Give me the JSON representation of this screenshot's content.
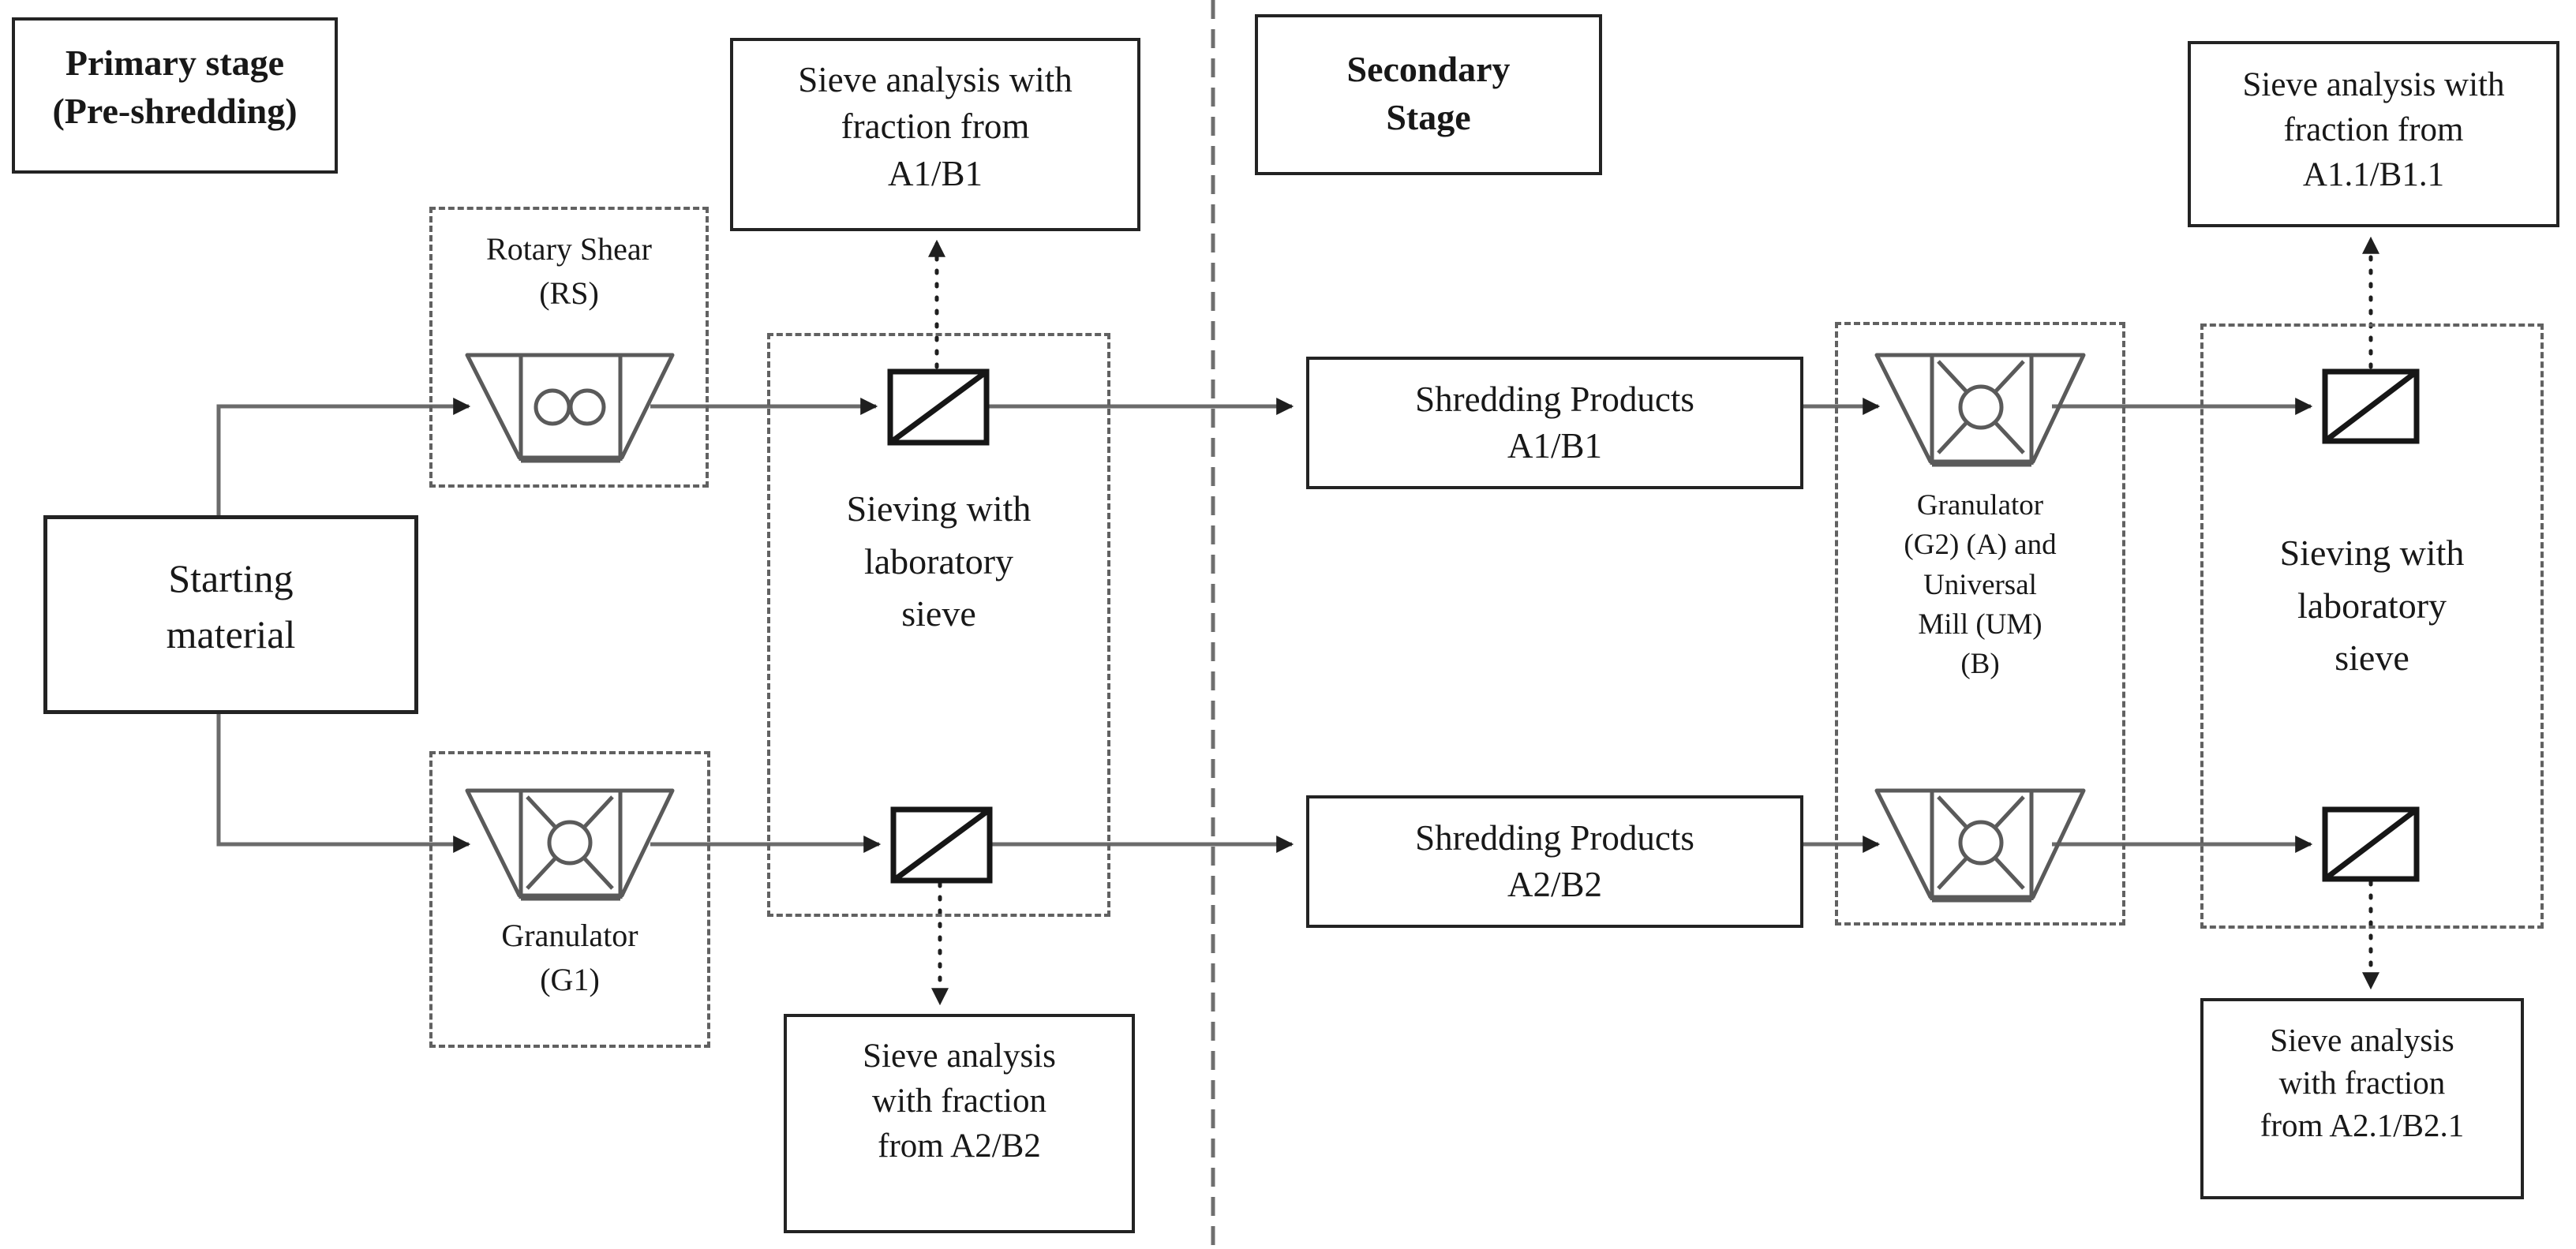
{
  "labels": {
    "primary_stage": "Primary stage\n(Pre-shredding)",
    "secondary_stage": "Secondary\nStage",
    "starting_material": "Starting\nmaterial",
    "rotary_shear": "Rotary Shear\n(RS)",
    "granulator_g1": "Granulator\n(G1)",
    "sieving_lab_left": "Sieving with\nlaboratory\nsieve",
    "sieving_lab_right": "Sieving with\nlaboratory\nsieve",
    "granulator_g2": "Granulator\n(G2) (A) and\nUniversal\nMill (UM)\n(B)",
    "shredding_products_a1b1": "Shredding Products\nA1/B1",
    "shredding_products_a2b2": "Shredding Products\nA2/B2",
    "sieve_analysis_a1b1": "Sieve analysis with\nfraction from\nA1/B1",
    "sieve_analysis_a2b2": "Sieve analysis\nwith fraction\nfrom A2/B2",
    "sieve_analysis_a11b11": "Sieve analysis with\nfraction from\nA1.1/B1.1",
    "sieve_analysis_a21b21": "Sieve analysis\nwith fraction\nfrom A2.1/B2.1"
  },
  "icons": {
    "rotary_shear": "twin-rotor-funnel-icon",
    "granulator": "cross-rotor-funnel-icon",
    "sieve": "box-with-diagonal-sieve-icon",
    "flow_arrow": "solid-arrow",
    "sampling_arrow": "dotted-arrow"
  },
  "colors": {
    "background": "#ffffff",
    "text": "#181818",
    "box_border": "#232323",
    "dashed_border": "#616161",
    "flow_line": "#6b6b6b",
    "arrowhead": "#1f1f1f",
    "machine_stroke": "#5a5a5a",
    "sieve_stroke": "#161616",
    "divider": "#6f6f6f"
  }
}
